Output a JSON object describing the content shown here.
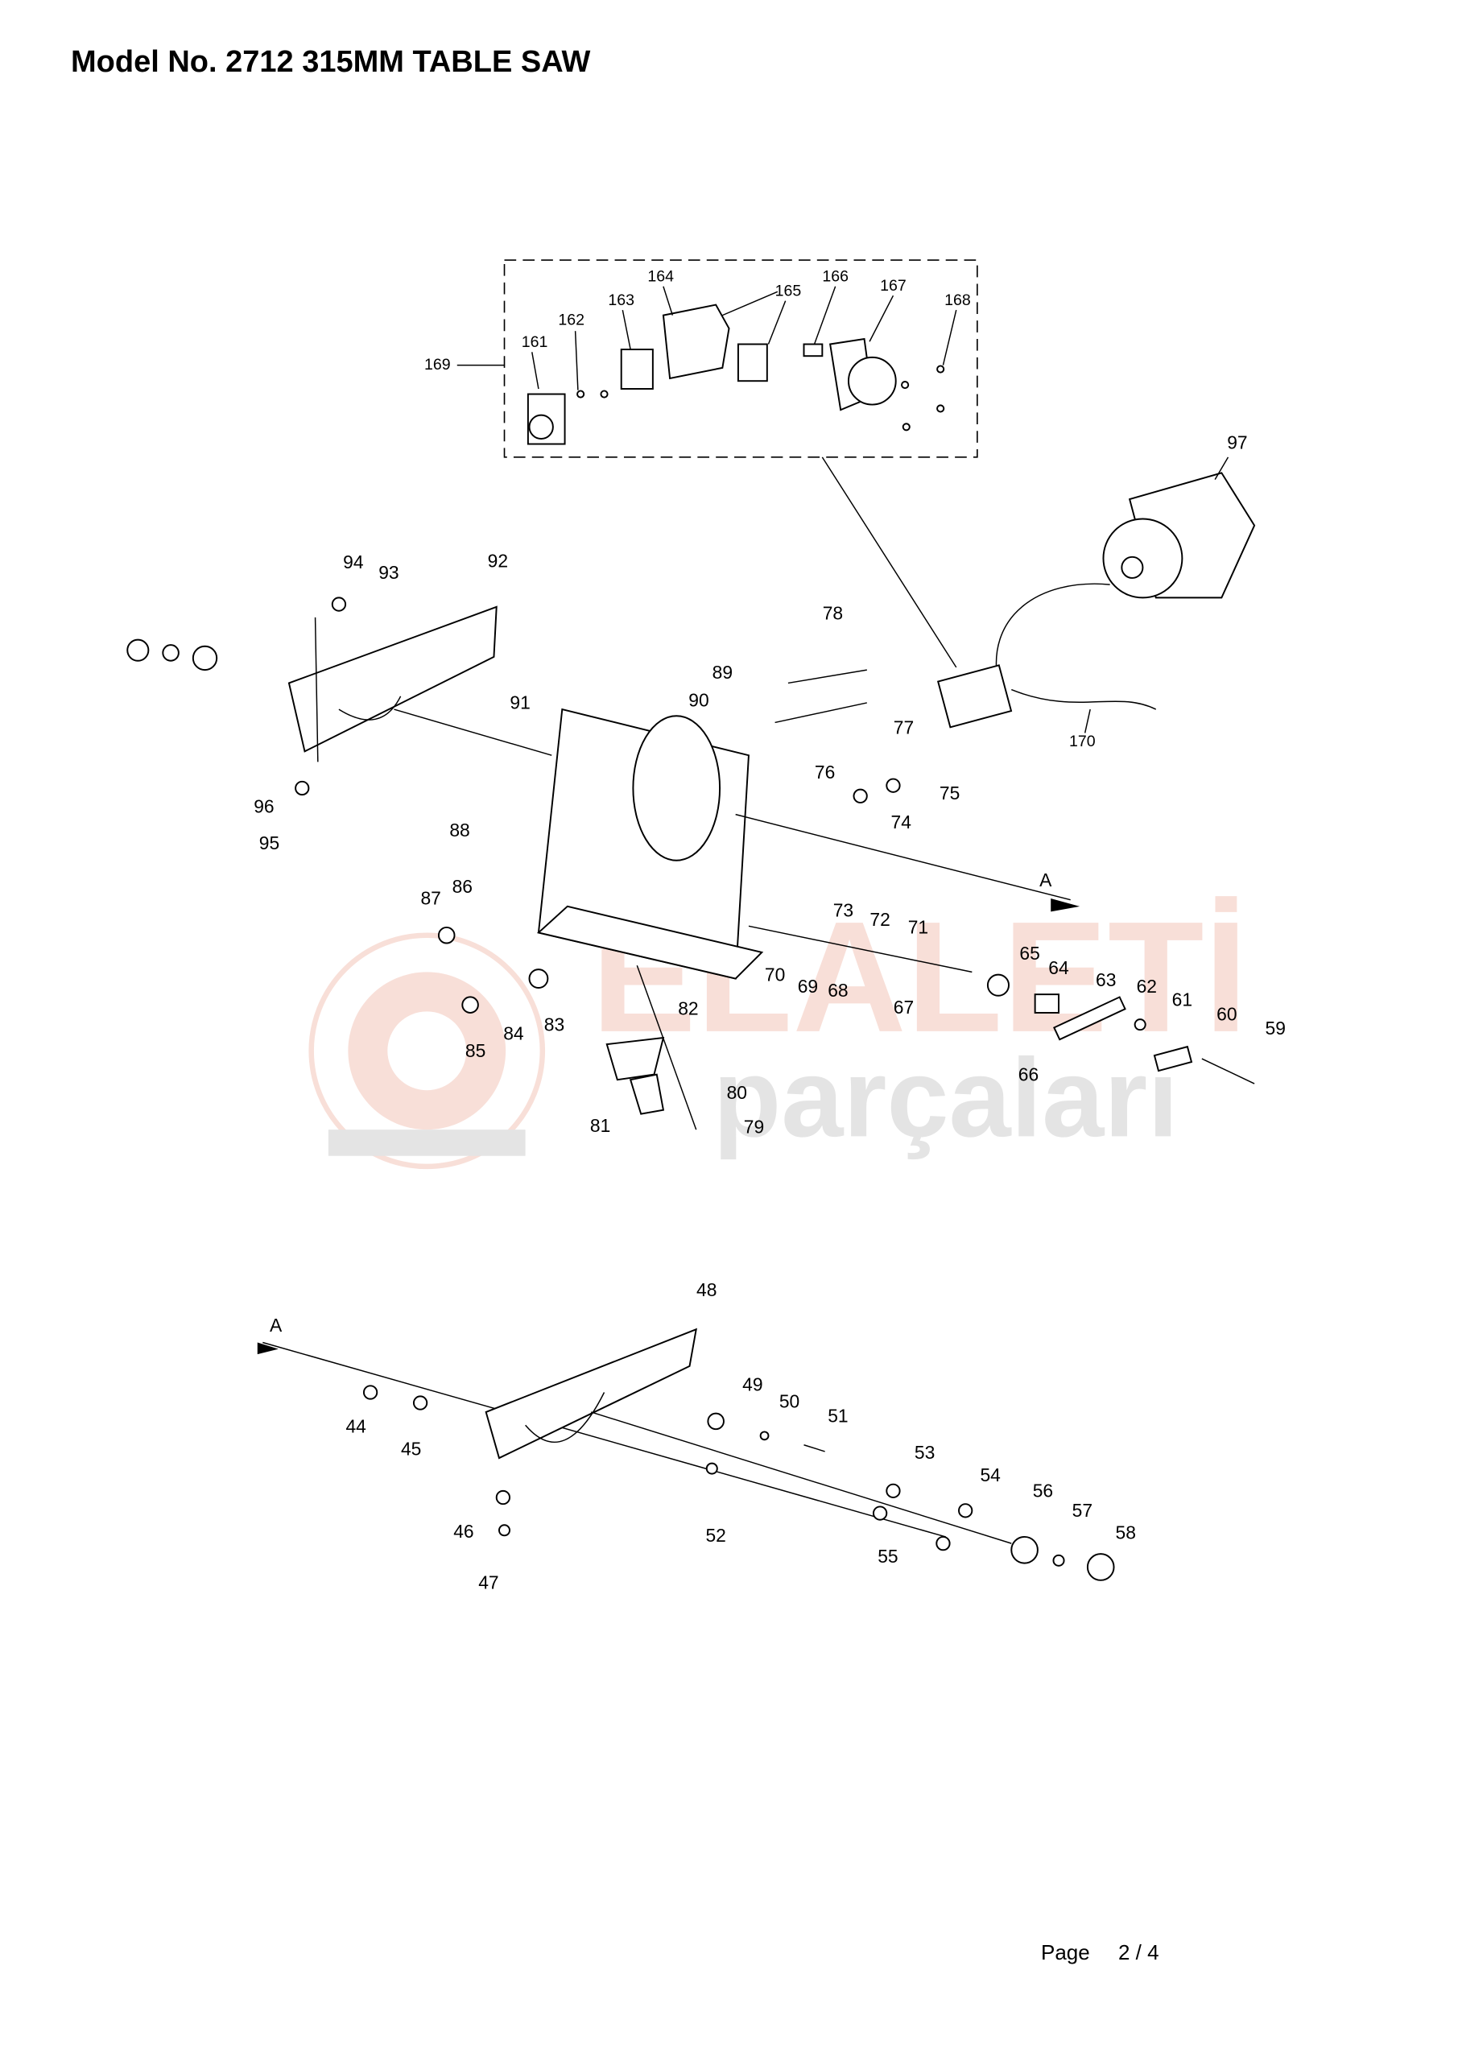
{
  "title": "Model No. 2712  315MM TABLE SAW",
  "footer": {
    "page_label": "Page",
    "page_number": "2 / 4"
  },
  "watermark": {
    "brand": "ELALETİ",
    "sub": "parçaları"
  },
  "callouts": {
    "c169": "169",
    "c161": "161",
    "c162": "162",
    "c163": "163",
    "c164": "164",
    "c165": "165",
    "c166": "166",
    "c167": "167",
    "c168": "168",
    "c97": "97",
    "c94": "94",
    "c93": "93",
    "c92": "92",
    "c78": "78",
    "c89": "89",
    "c90": "90",
    "c91": "91",
    "c77": "77",
    "c76": "76",
    "c75": "75",
    "c74": "74",
    "c88": "88",
    "c96": "96",
    "c95": "95",
    "c170": "170",
    "cA1": "A",
    "c73": "73",
    "c72": "72",
    "c71": "71",
    "c87": "87",
    "c86": "86",
    "c70": "70",
    "c69": "69",
    "c68": "68",
    "c65": "65",
    "c64": "64",
    "c63": "63",
    "c62": "62",
    "c61": "61",
    "c60": "60",
    "c59": "59",
    "c67": "67",
    "c82": "82",
    "c83": "83",
    "c84": "84",
    "c85": "85",
    "c66": "66",
    "c80": "80",
    "c79": "79",
    "c81": "81",
    "c48": "48",
    "cA2": "A",
    "c49": "49",
    "c50": "50",
    "c51": "51",
    "c44": "44",
    "c45": "45",
    "c53": "53",
    "c54": "54",
    "c56": "56",
    "c57": "57",
    "c58": "58",
    "c52": "52",
    "c46": "46",
    "c55": "55",
    "c47": "47"
  }
}
